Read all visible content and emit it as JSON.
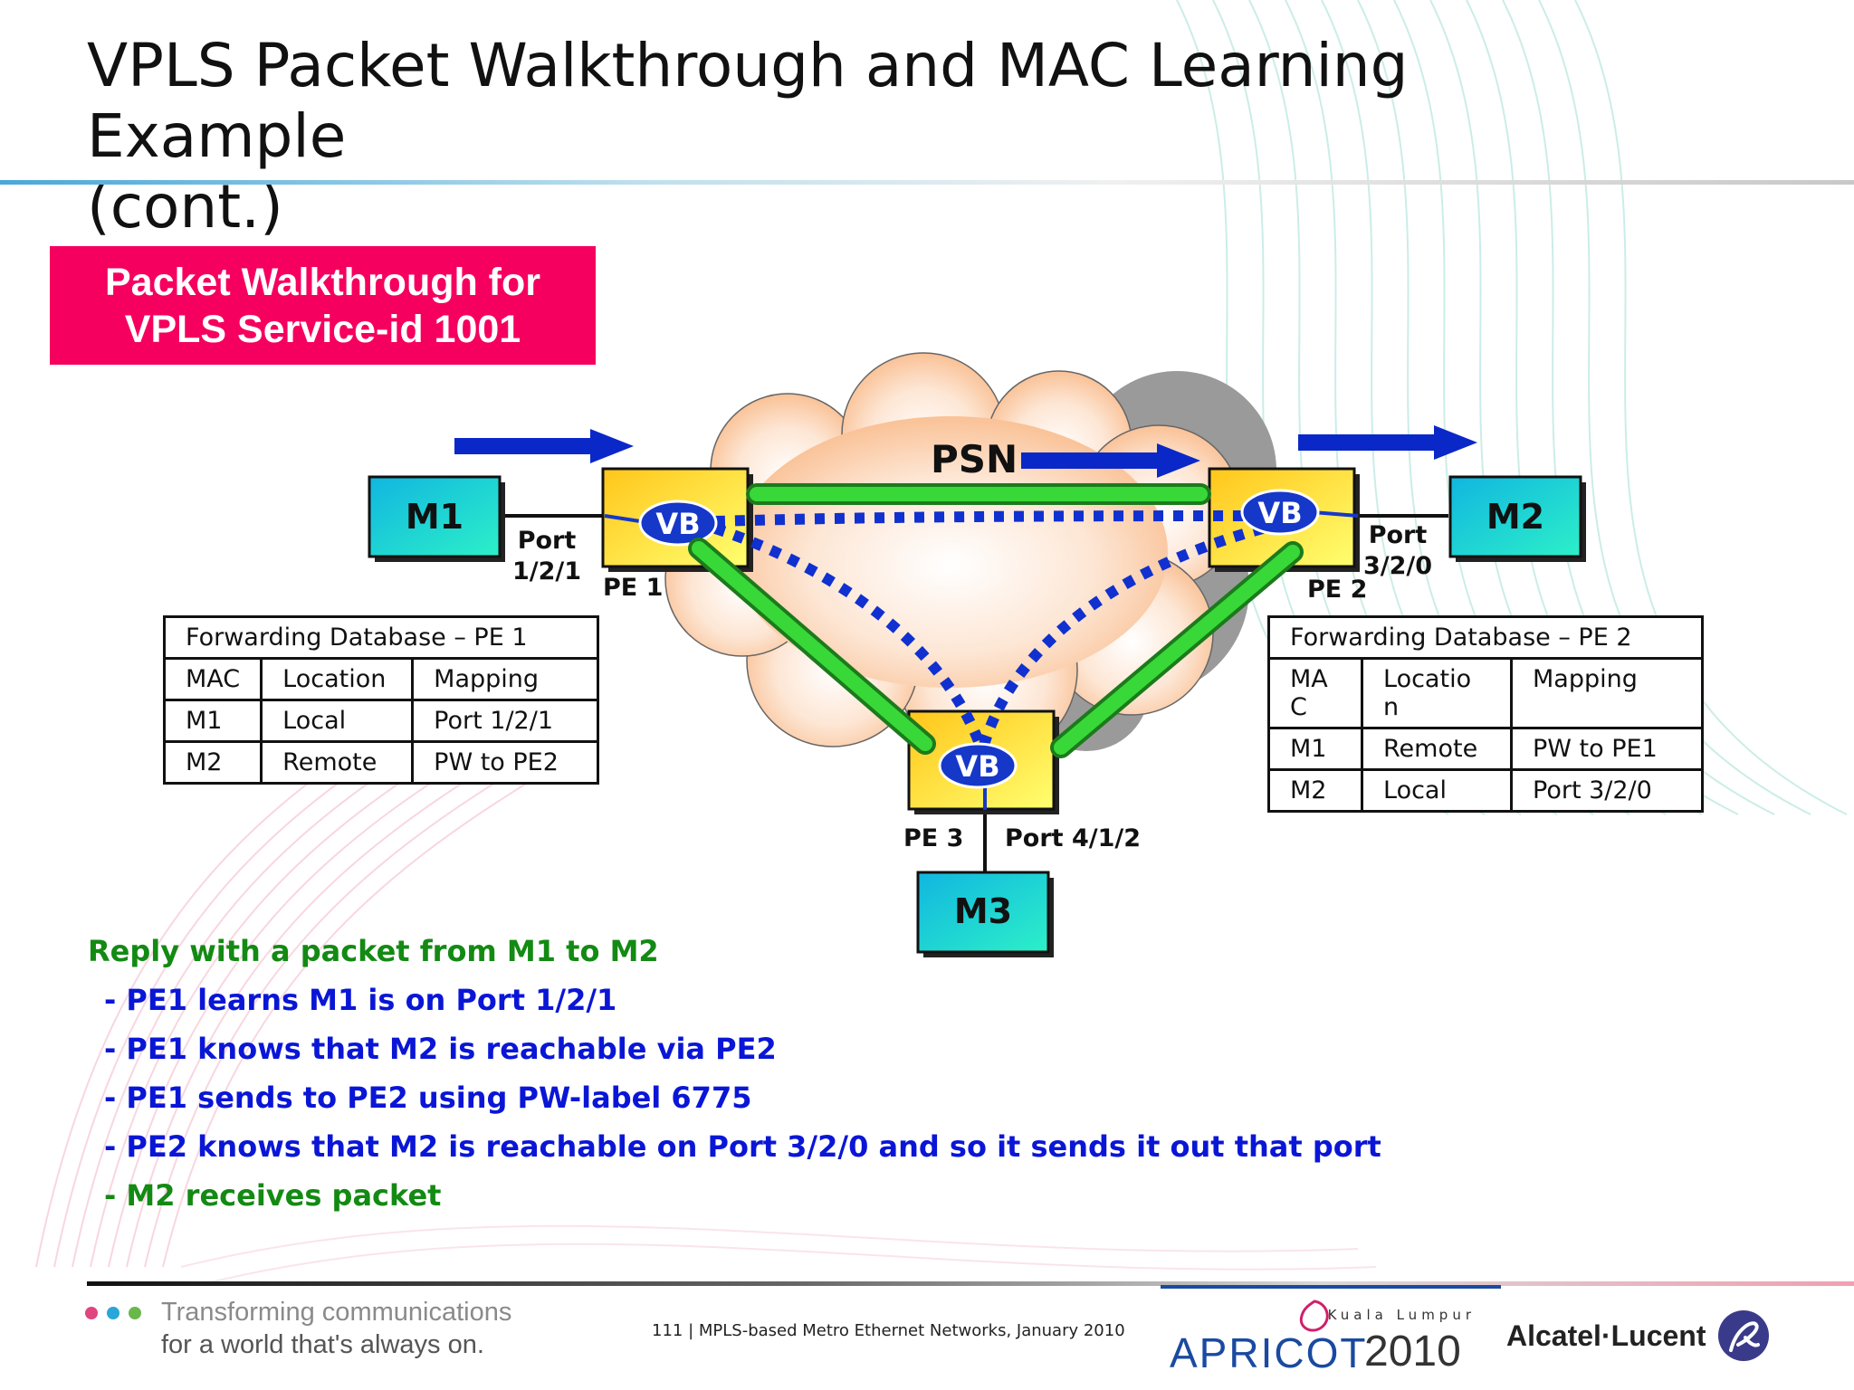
{
  "slide": {
    "title_line1": "VPLS Packet Walkthrough and MAC Learning Example",
    "title_line2": "(cont.)",
    "banner_line1": "Packet Walkthrough for",
    "banner_line2": "VPLS Service-id 1001"
  },
  "diagram": {
    "cloud_label": "PSN",
    "nodes": {
      "m1": "M1",
      "m2": "M2",
      "m3": "M3",
      "vb": "VB"
    },
    "pe_labels": {
      "pe1": "PE 1",
      "pe2": "PE 2",
      "pe3": "PE 3"
    },
    "ports": {
      "pe1_line1": "Port",
      "pe1_line2": "1/2/1",
      "pe2_line1": "Port",
      "pe2_line2": "3/2/0",
      "pe3": "Port 4/1/2"
    },
    "colors": {
      "arrow": "#0a28c8",
      "pseudowire": "#2fd02f",
      "dotted": "#1030d0",
      "node": "#10c8d8",
      "pe": "#ffd020",
      "vb": "#1638c8"
    }
  },
  "fdb_pe1": {
    "title": "Forwarding Database – PE 1",
    "headers": [
      "MAC",
      "Location",
      "Mapping"
    ],
    "rows": [
      [
        "M1",
        "Local",
        "Port 1/2/1"
      ],
      [
        "M2",
        "Remote",
        "PW to PE2"
      ]
    ]
  },
  "fdb_pe2": {
    "title": "Forwarding Database – PE 2",
    "headers": [
      "MA\nC",
      "Locatio\nn",
      "Mapping"
    ],
    "rows": [
      [
        "M1",
        "Remote",
        "PW to PE1"
      ],
      [
        "M2",
        "Local",
        "Port 3/2/0"
      ]
    ]
  },
  "notes": {
    "heading": "Reply with a packet from M1 to M2",
    "items": [
      "- PE1 learns M1 is on Port 1/2/1",
      "- PE1 knows that M2 is reachable via PE2",
      "- PE1 sends to PE2 using PW-label 6775",
      "- PE2 knows that M2 is reachable on Port 3/2/0 and so it sends it out that port",
      "- M2 receives packet"
    ],
    "heading_color": "#138a13",
    "item_color": "#0a16d6"
  },
  "footer": {
    "tagline_line1": "Transforming communications",
    "tagline_line2": "for a world that's always on.",
    "page_info": "111 | MPLS-based Metro Ethernet Networks, January 2010",
    "apricot_city": "Kuala Lumpur",
    "apricot_name": "APRICOT",
    "apricot_year": "2010",
    "brand": "Alcatel·Lucent"
  }
}
